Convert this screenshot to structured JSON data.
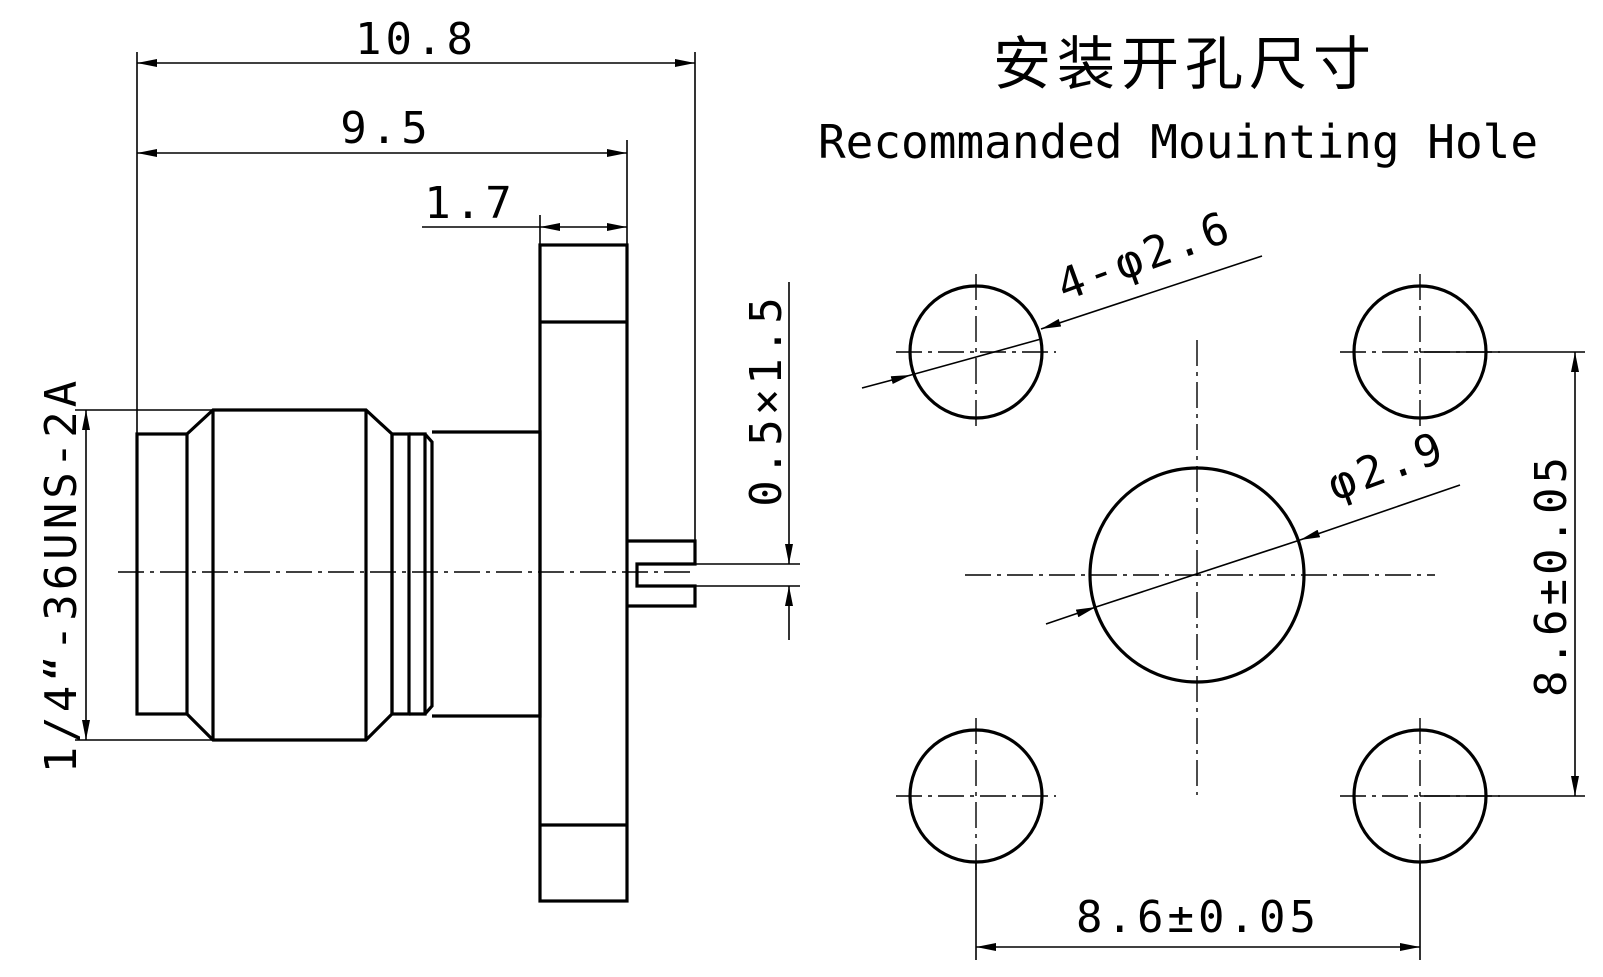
{
  "titles": {
    "chinese": "安装开孔尺寸",
    "english": "Recommanded Mouinting Hole"
  },
  "dimensions": {
    "overall_length": "10.8",
    "body_length": "9.5",
    "flange_thickness": "1.7",
    "pin_size": "0.5×1.5",
    "thread_spec": "1/4“-36UNS-2A",
    "hole_pattern": "4-φ2.6",
    "center_hole": "φ2.9",
    "spacing_vertical": "8.6±0.05",
    "spacing_horizontal": "8.6±0.05"
  }
}
